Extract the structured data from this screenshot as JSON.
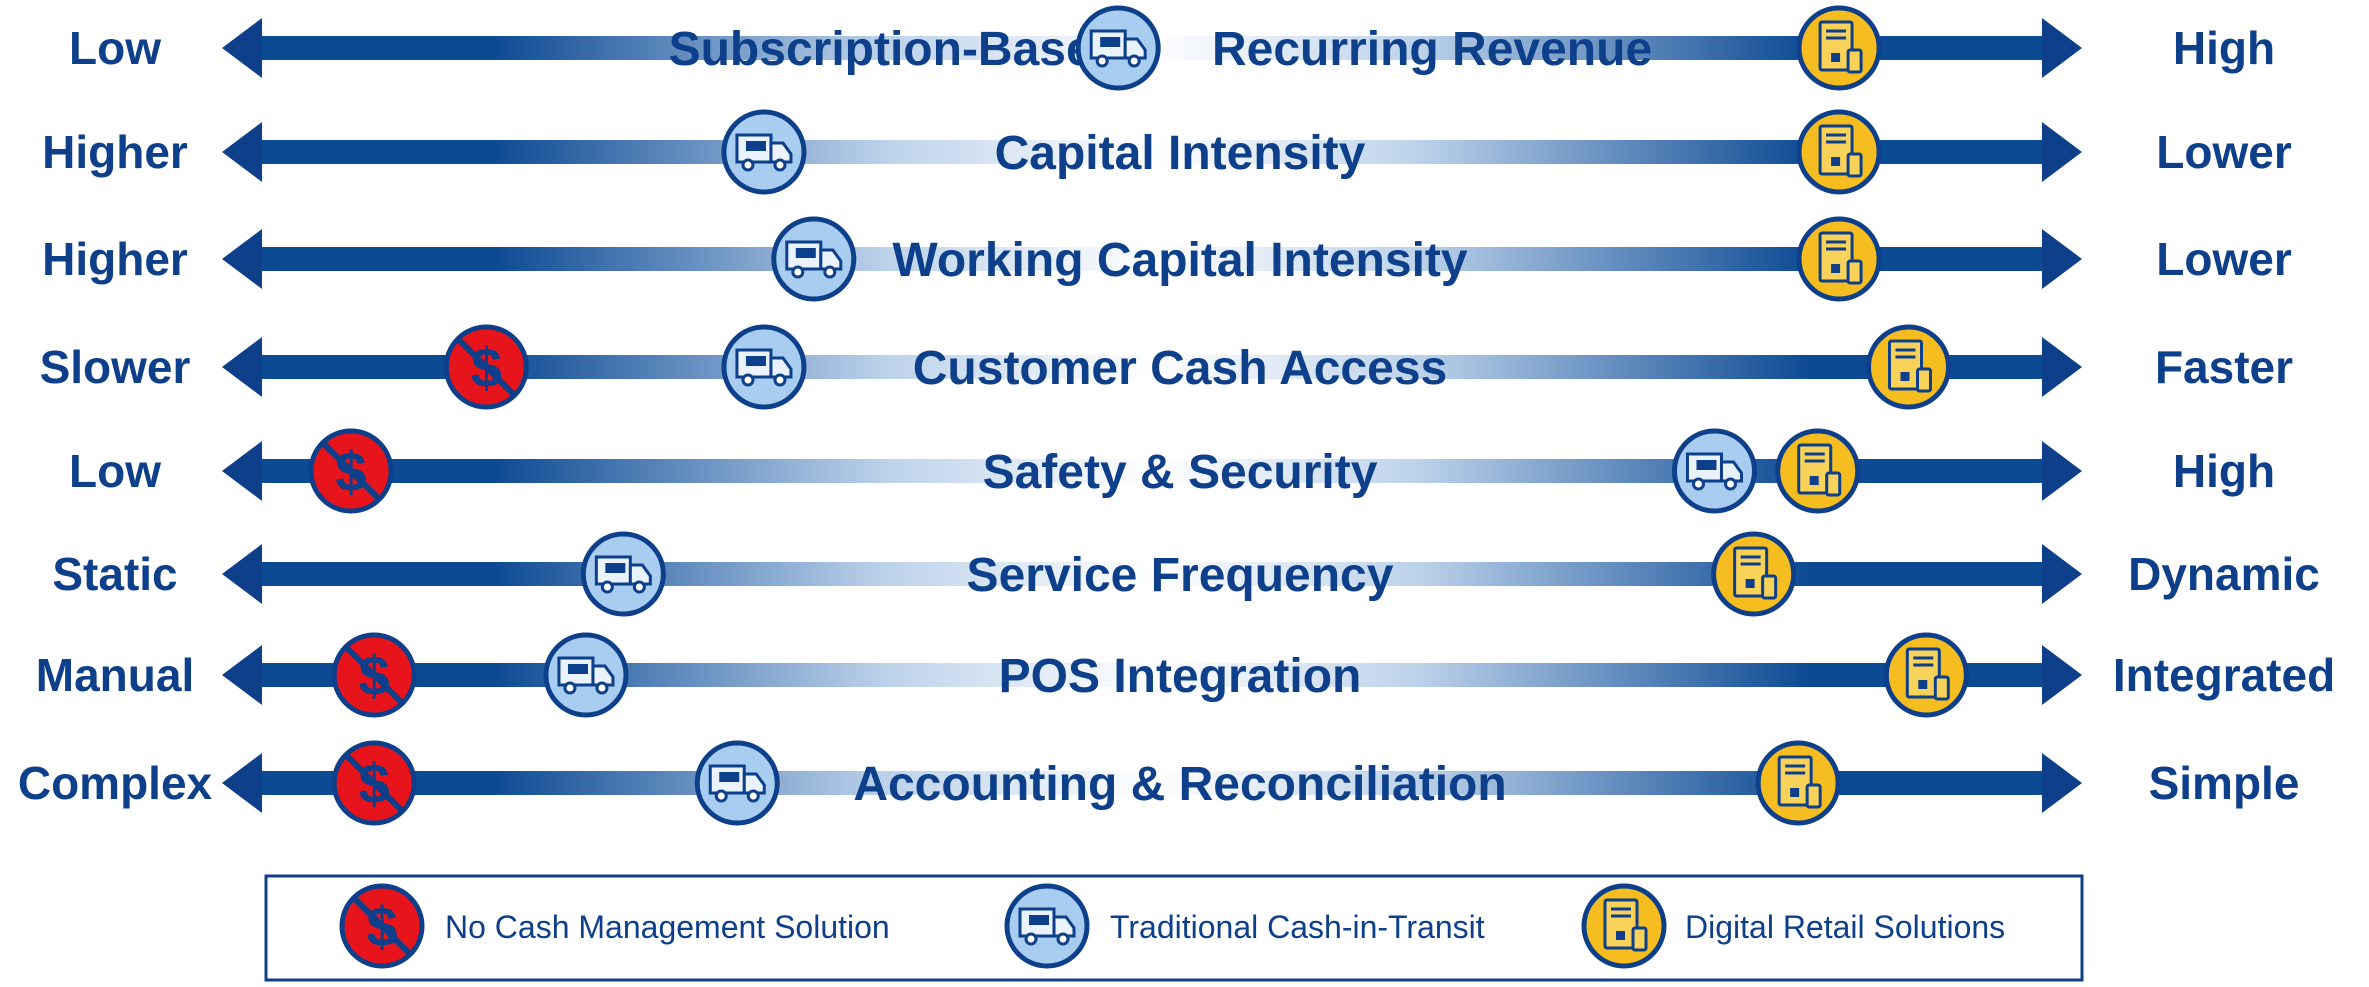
{
  "rows": [
    {
      "title": "Subscription-Based Recurring Revenue",
      "left": "Low",
      "right": "High",
      "title_parts": [
        "Subscription-Based",
        "Recurring Revenue"
      ],
      "markers": {
        "cit": 0.481,
        "digital": 0.886
      }
    },
    {
      "title": "Capital Intensity",
      "left": "Higher",
      "right": "Lower",
      "markers": {
        "cit": 0.282,
        "digital": 0.886
      }
    },
    {
      "title": "Working Capital Intensity",
      "left": "Higher",
      "right": "Lower",
      "markers": {
        "cit": 0.31,
        "digital": 0.886
      }
    },
    {
      "title": "Customer Cash Access",
      "left": "Slower",
      "right": "Faster",
      "markers": {
        "none": 0.126,
        "cit": 0.282,
        "digital": 0.925
      }
    },
    {
      "title": "Safety & Security",
      "left": "Low",
      "right": "High",
      "markers": {
        "none": 0.05,
        "cit": 0.816,
        "digital": 0.874
      }
    },
    {
      "title": "Service Frequency",
      "left": "Static",
      "right": "Dynamic",
      "markers": {
        "cit": 0.203,
        "digital": 0.838
      }
    },
    {
      "title": "POS Integration",
      "left": "Manual",
      "right": "Integrated",
      "markers": {
        "none": 0.063,
        "cit": 0.182,
        "digital": 0.935
      }
    },
    {
      "title": "Accounting & Reconciliation",
      "left": "Complex",
      "right": "Simple",
      "markers": {
        "none": 0.063,
        "cit": 0.267,
        "digital": 0.863
      }
    }
  ],
  "legend": {
    "none": "No Cash Management  Solution",
    "cit": "Traditional  Cash-in-Transit",
    "digital": "Digital Retail Solutions"
  },
  "icons": {
    "none": "no-cash-icon",
    "cit": "armored-truck-icon",
    "digital": "digital-safe-icon"
  },
  "colors": {
    "dark_blue": "#0d3f8a",
    "light_blue": "#a9cdf0",
    "gold": "#f5bd1f",
    "red": "#e8141c"
  }
}
